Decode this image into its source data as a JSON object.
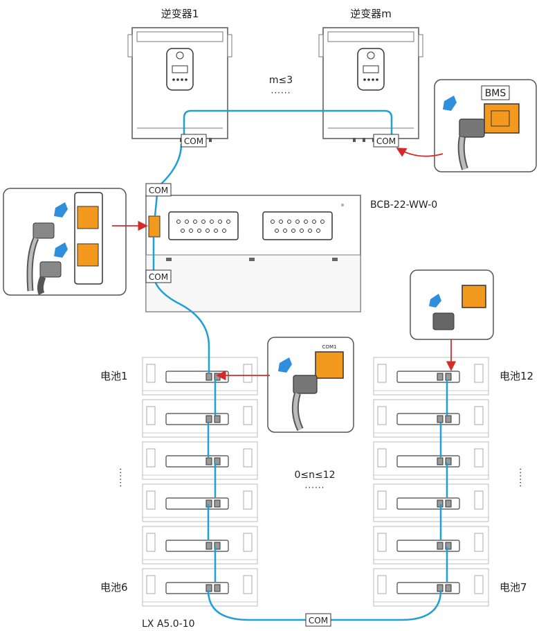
{
  "inverters": {
    "first_label": "逆变器1",
    "last_label": "逆变器m",
    "count_constraint": "m≤3",
    "ellipsis": "······"
  },
  "bms_label": "BMS",
  "combiner_box": {
    "model": "BCB-22-WW-0"
  },
  "com_labels": {
    "inverter1": "COM",
    "inverterm": "COM",
    "box_top": "COM",
    "box_bottom": "COM",
    "bottom_link": "COM"
  },
  "inset_port_label": "COM1",
  "batteries": {
    "left_top": "电池1",
    "left_bottom": "电池6",
    "right_top": "电池12",
    "right_bottom": "电池7",
    "count_constraint": "0≤n≤12",
    "ellipsis_mid": "······",
    "ellipsis_left": "······",
    "ellipsis_right": "······",
    "model": "LX A5.0-10"
  },
  "colors": {
    "cable": "#1e9fd8",
    "port": "#f39a1e",
    "arrow_red": "#d62a2a",
    "arrow_blue": "#2f8fdb",
    "outline": "#555555"
  }
}
